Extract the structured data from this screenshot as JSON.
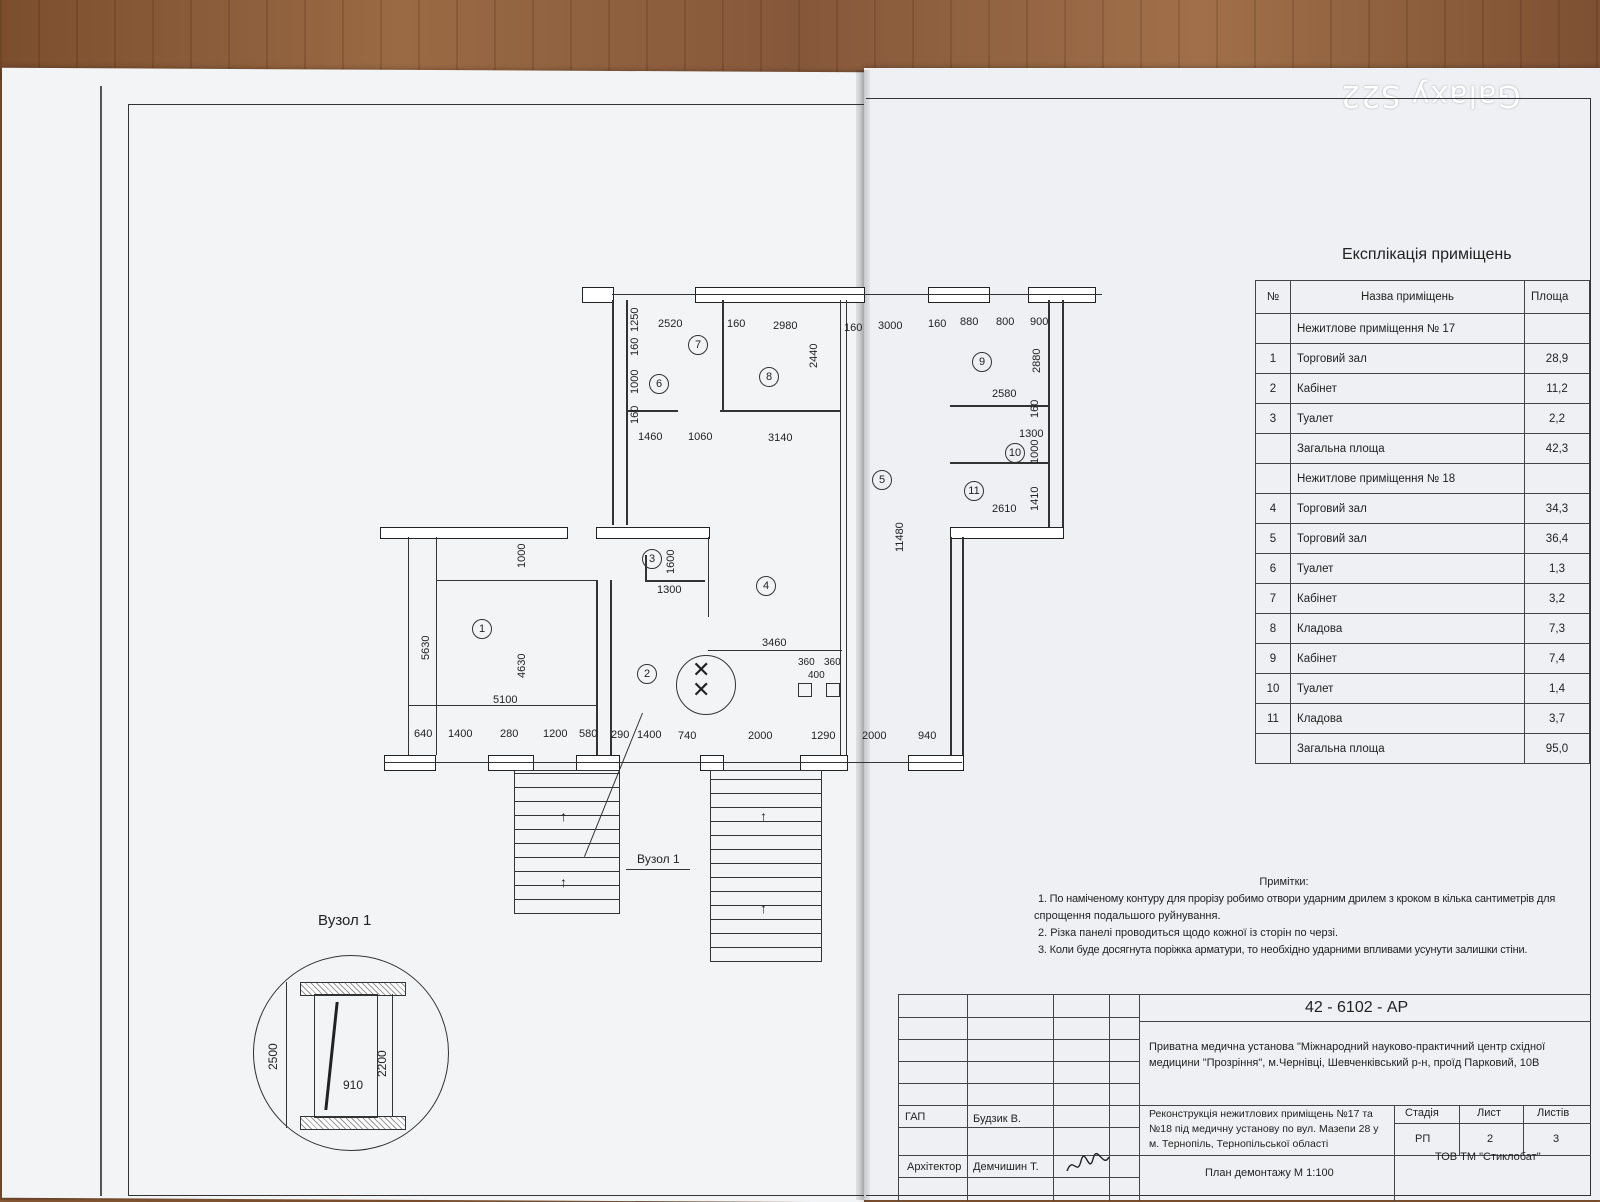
{
  "watermark": "Galaxy S22",
  "explication": {
    "title": "Експлікація приміщень",
    "headers": {
      "no": "№",
      "name": "Назва приміщень",
      "area": "Площа"
    },
    "groups": [
      {
        "title": "Нежитлове приміщення № 17",
        "rows": [
          {
            "no": "1",
            "name": "Торговий зал",
            "area": "28,9"
          },
          {
            "no": "2",
            "name": "Кабінет",
            "area": "11,2"
          },
          {
            "no": "3",
            "name": "Туалет",
            "area": "2,2"
          }
        ],
        "total": {
          "label": "Загальна площа",
          "area": "42,3"
        }
      },
      {
        "title": "Нежитлове приміщення № 18",
        "rows": [
          {
            "no": "4",
            "name": "Торговий зал",
            "area": "34,3"
          },
          {
            "no": "5",
            "name": "Торговий зал",
            "area": "36,4"
          },
          {
            "no": "6",
            "name": "Туалет",
            "area": "1,3"
          },
          {
            "no": "7",
            "name": "Кабінет",
            "area": "3,2"
          },
          {
            "no": "8",
            "name": "Кладова",
            "area": "7,3"
          },
          {
            "no": "9",
            "name": "Кабінет",
            "area": "7,4"
          },
          {
            "no": "10",
            "name": "Туалет",
            "area": "1,4"
          },
          {
            "no": "11",
            "name": "Кладова",
            "area": "3,7"
          }
        ],
        "total": {
          "label": "Загальна площа",
          "area": "95,0"
        }
      }
    ]
  },
  "plan": {
    "rooms": [
      "1",
      "2",
      "3",
      "4",
      "5",
      "6",
      "7",
      "8",
      "9",
      "10",
      "11"
    ],
    "dims_top": [
      "2520",
      "160",
      "2980",
      "160",
      "3000",
      "160",
      "880",
      "800",
      "900"
    ],
    "dims_mid": [
      "1460",
      "1060",
      "3140",
      "2580",
      "1300",
      "2610"
    ],
    "dims_bottom": [
      "640",
      "1400",
      "280",
      "1200",
      "580",
      "290",
      "1400",
      "740",
      "2000",
      "1290",
      "2000",
      "940"
    ],
    "dims_misc": [
      "1300",
      "3460",
      "360",
      "360",
      "400",
      "5100"
    ],
    "dims_vertical": [
      "1250",
      "160",
      "1000",
      "160",
      "2440",
      "2880",
      "160",
      "1000",
      "1410",
      "11480",
      "1000",
      "1600",
      "5630",
      "4630"
    ],
    "node_label": "Вузол 1"
  },
  "node": {
    "title": "Вузол 1",
    "dims": [
      "2500",
      "2200",
      "910"
    ]
  },
  "notes": {
    "title": "Примітки:",
    "items": [
      "1. По наміченому контуру для прорізу робимо отвори ударним дрилем з кроком в кілька сантиметрів для",
      "спрощення подальшого руйнування.",
      "2. Різка панелі проводиться щодо кожної із сторін по черзі.",
      "3. Коли буде досягнута поріжка арматури, то необхідно ударними впливами усунути залишки стіни."
    ]
  },
  "title_block": {
    "code": "42 - 6102 - АР",
    "org": "Приватна медична установа \"Міжнародний науково-практичний центр східної медицини \"Прозріння\", м.Чернівці, Шевченківський р-н, проїд Парковий, 10В",
    "project": "Реконструкція нежитлових приміщень №17 та №18 під медичну установу по вул. Мазепи 28 у м. Тернопіль, Тернопільської області",
    "stage_label": "Стадія",
    "sheet_label": "Лист",
    "sheets_label": "Листів",
    "stage": "РП",
    "sheet": "2",
    "sheets": "3",
    "role1": "ГАП",
    "name1": "Будзик В.",
    "role2": "Архітектор",
    "name2": "Демчишин Т.",
    "drawing": "План демонтажу М 1:100",
    "company": "ТОВ ТМ \"Стиклобат\""
  }
}
